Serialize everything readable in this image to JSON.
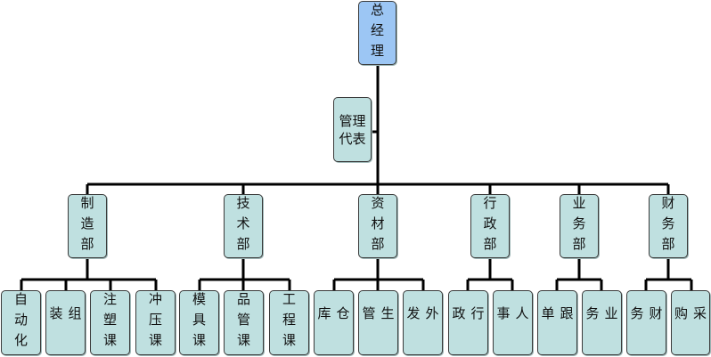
{
  "org": {
    "top": "总经理",
    "rep": "管理代表",
    "departments": [
      {
        "name": "制造部",
        "units": [
          "自动化",
          "组装",
          "注塑课",
          "冲压课"
        ]
      },
      {
        "name": "技术部",
        "units": [
          "模具课",
          "品管课",
          "工程课"
        ]
      },
      {
        "name": "资材部",
        "units": [
          "仓库",
          "生管",
          "外发"
        ]
      },
      {
        "name": "行政部",
        "units": [
          "行政",
          "人事"
        ]
      },
      {
        "name": "业务部",
        "units": [
          "跟单",
          "业务"
        ]
      },
      {
        "name": "财务部",
        "units": [
          "财务",
          "采购"
        ]
      }
    ]
  },
  "colors": {
    "top": "#9cc6f4",
    "node": "#bfe0e0",
    "line": "#000000"
  }
}
